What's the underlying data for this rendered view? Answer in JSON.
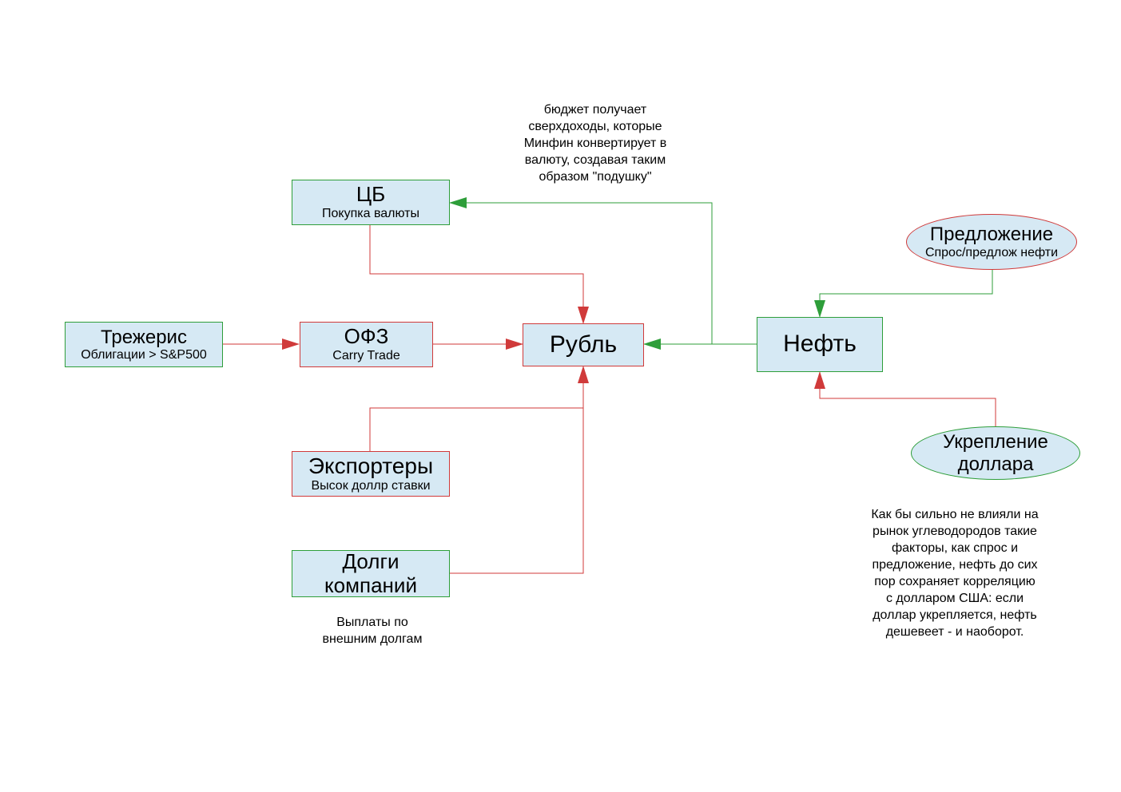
{
  "nodes": {
    "cb": {
      "title": "ЦБ",
      "subtitle": "Покупка валюты"
    },
    "treasuries": {
      "title": "Трежерис",
      "subtitle": "Облигации > S&P500"
    },
    "ofz": {
      "title": "ОФЗ",
      "subtitle": "Carry Trade"
    },
    "ruble": {
      "title": "Рубль"
    },
    "oil": {
      "title": "Нефть"
    },
    "exporters": {
      "title": "Экспортеры",
      "subtitle": "Высок доллр ставки"
    },
    "debts": {
      "title_line1": "Долги",
      "title_line2": "компаний"
    },
    "supply": {
      "title": "Предложение",
      "subtitle": "Спрос/предлож нефти"
    },
    "dollar": {
      "title_line1": "Укрепление",
      "title_line2": "доллара"
    }
  },
  "notes": {
    "budget": [
      "бюджет получает",
      "сверхдоходы, которые",
      "Минфин конвертирует в",
      "валюту, создавая таким",
      "образом \"подушку\""
    ],
    "payments": [
      "Выплаты по",
      "внешним долгам"
    ],
    "correlation": [
      "Как бы сильно не влияли на",
      "рынок углеводородов такие",
      "факторы, как спрос и",
      "предложение, нефть до сих",
      "пор сохраняет корреляцию",
      "с долларом США: если",
      "доллар укрепляется, нефть",
      "дешевеет - и наоборот."
    ]
  },
  "colors": {
    "box_fill": "#d6e9f4",
    "red": "#d03a3a",
    "green": "#2e9e3a"
  }
}
